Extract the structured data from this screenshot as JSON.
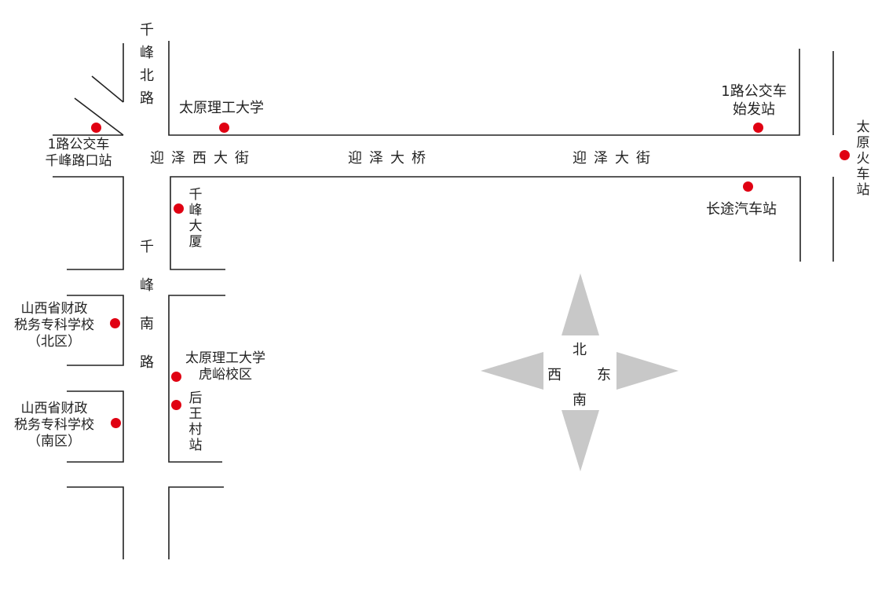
{
  "roads": {
    "qianfeng_north": "千峰北路",
    "qianfeng_south": "千峰南路",
    "yingze_west": "迎泽西大街",
    "yingze_bridge": "迎泽大桥",
    "yingze_street": "迎泽大街"
  },
  "places": {
    "bus1_qianfeng": [
      "1路公交车",
      "千峰路口站"
    ],
    "tyut": "太原理工大学",
    "bus1_terminal": [
      "1路公交车",
      "始发站"
    ],
    "taiyuan_station": "太原火车站",
    "qianfeng_building": "千峰大厦",
    "long_distance_bus": "长途汽车站",
    "finance_school_north": [
      "山西省财政",
      "税务专科学校",
      "（北区）"
    ],
    "finance_school_south": [
      "山西省财政",
      "税务专科学校",
      "（南区）"
    ],
    "tyut_huyu": [
      "太原理工大学",
      "虎峪校区"
    ],
    "houwangcun": "后王村站"
  },
  "compass": {
    "north": "北",
    "south": "南",
    "west": "西",
    "east": "东"
  },
  "colors": {
    "marker": "#e00012",
    "road_line": "#222222",
    "compass_arrow": "#c8c8c8"
  }
}
